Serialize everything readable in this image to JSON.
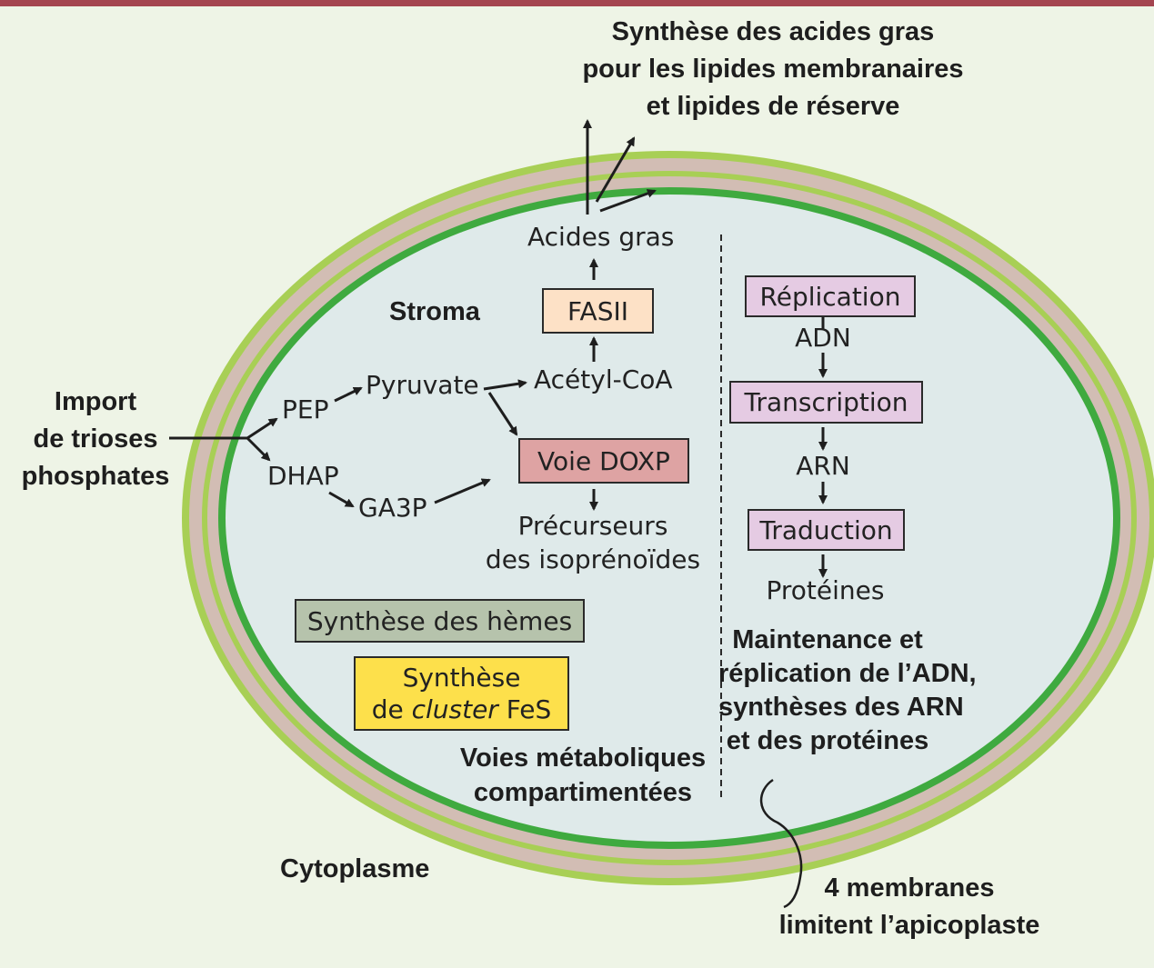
{
  "colors": {
    "page_background": "#eef4e6",
    "top_bar": "#a44550",
    "stroma": "#dfeaea",
    "membrane_light_green": "#a8cf55",
    "membrane_pink": "#d2bdb4",
    "membrane_dark_green": "#3faa3f",
    "box_fasii": "#fde1c6",
    "box_doxp": "#dea3a3",
    "box_central_dogma": "#e5cbe3",
    "box_hemes": "#b6c3ac",
    "box_fes": "#fde04b"
  },
  "title": {
    "line1": "Synthèse des acides gras",
    "line2": "pour les lipides membranaires",
    "line3": "et lipides de réserve"
  },
  "import": {
    "line1": "Import",
    "line2": "de trioses",
    "line3": "phosphates"
  },
  "labels": {
    "stroma": "Stroma",
    "cytoplasme": "Cytoplasme",
    "acides_gras": "Acides gras",
    "pep": "PEP",
    "pyruvate": "Pyruvate",
    "acetyl_coa": "Acétyl-CoA",
    "dhap": "DHAP",
    "ga3p": "GA3P",
    "precurseurs_line1": "Précurseurs",
    "precurseurs_line2": "des isoprénoïdes",
    "adn": "ADN",
    "arn": "ARN",
    "proteines": "Protéines"
  },
  "boxes": {
    "fasii": "FASII",
    "voie_doxp": "Voie DOXP",
    "replication": "Réplication",
    "transcription": "Transcription",
    "traduction": "Traduction",
    "hemes": "Synthèse des hèmes",
    "fes_line1": "Synthèse",
    "fes_line2_prefix": "de ",
    "fes_line2_italic": "cluster",
    "fes_line2_suffix": " FeS"
  },
  "captions": {
    "voies_line1": "Voies métaboliques",
    "voies_line2": "compartimentées",
    "maint_line1": "Maintenance et",
    "maint_line2": "réplication de l’ADN,",
    "maint_line3": "synthèses des ARN",
    "maint_line4": "et des protéines",
    "membranes_line1": "4 membranes",
    "membranes_line2": "limitent l’apicoplaste"
  }
}
